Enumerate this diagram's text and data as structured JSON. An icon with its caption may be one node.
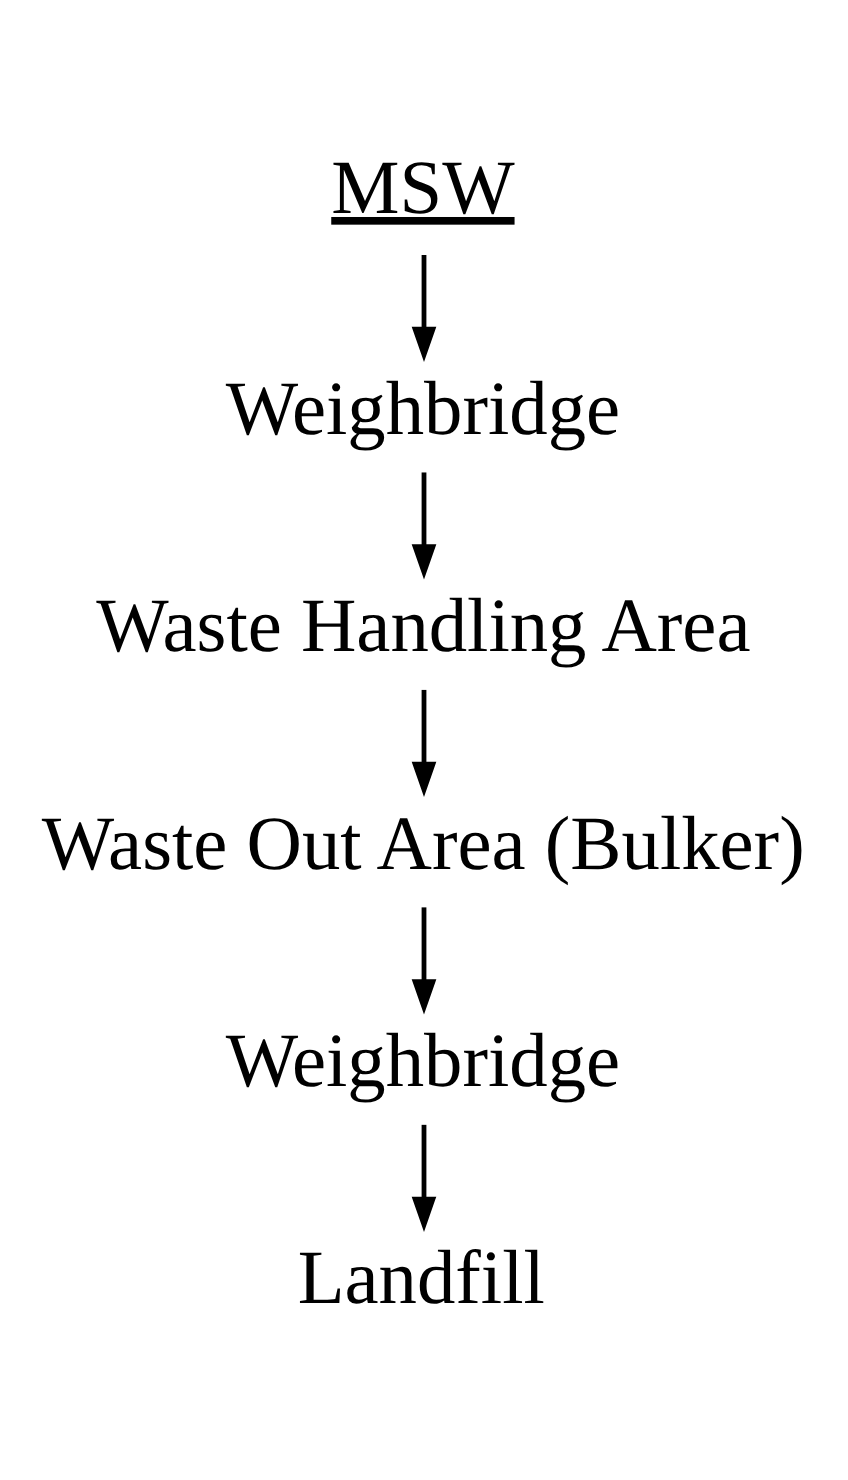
{
  "diagram": {
    "nodes": [
      {
        "text": [
          "MSW"
        ]
      },
      {
        "text": [
          "Weighbridge"
        ]
      },
      {
        "text": [
          "Waste Handling Area"
        ]
      },
      {
        "text": [
          "Waste Out Area (Bulker)"
        ]
      },
      {
        "text": [
          "Weighbridge"
        ]
      },
      {
        "text": [
          "Landfill"
        ]
      }
    ],
    "edges": [
      {
        "from": 0,
        "to": 1,
        "arrow": "to"
      },
      {
        "from": 1,
        "to": 2,
        "arrow": "to"
      },
      {
        "from": 2,
        "to": 3,
        "arrow": "to"
      },
      {
        "from": 3,
        "to": 4,
        "arrow": "to"
      },
      {
        "from": 4,
        "to": 5,
        "arrow": "to"
      }
    ]
  }
}
